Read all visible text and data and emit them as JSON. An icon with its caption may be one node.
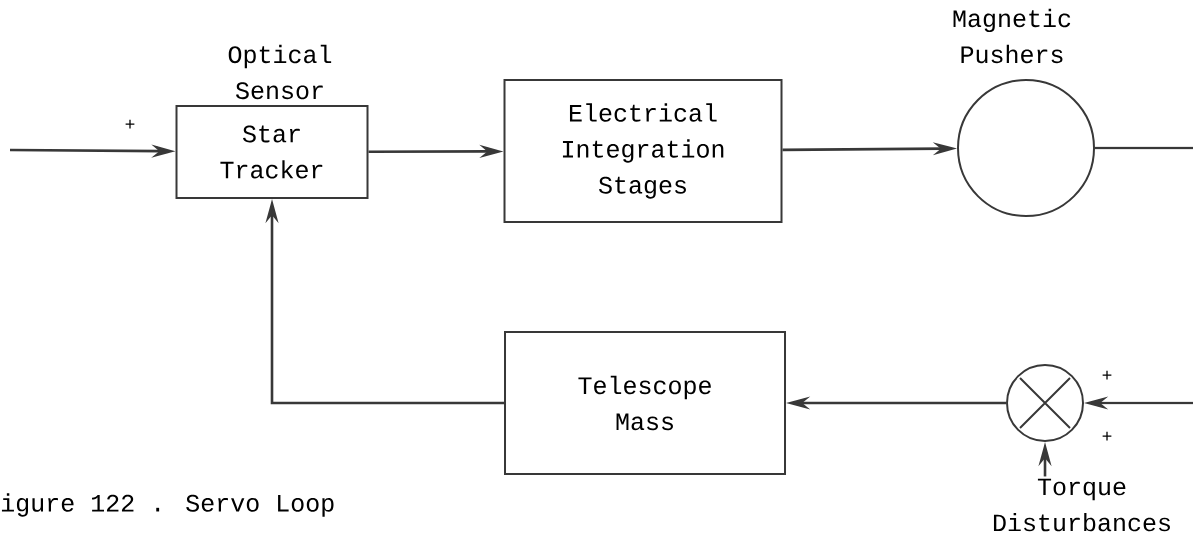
{
  "diagram": {
    "caption": "igure 122 . Servo Loop",
    "nodes": [
      {
        "text": [
          "Optical Sensor",
          "Star Tracker"
        ]
      },
      {
        "text": [
          "Electrical Integration Stages"
        ]
      },
      {
        "text": [
          "Magnetic Pushers"
        ]
      },
      {
        "text": [
          "Telescope Mass"
        ]
      },
      {
        "text": [],
        "shape": "circle"
      },
      {
        "text": [
          "Torque Disturbances"
        ]
      }
    ],
    "edges": [
      {
        "from": null,
        "to": 0,
        "arrow": "to"
      },
      {
        "from": 0,
        "to": 1,
        "arrow": "to"
      },
      {
        "from": 1,
        "to": 2,
        "arrow": "to"
      },
      {
        "from": 2,
        "to": null,
        "arrow": "none"
      },
      {
        "from": null,
        "to": 4,
        "arrow": "to"
      },
      {
        "from": 4,
        "to": 3,
        "arrow": "to"
      },
      {
        "from": 3,
        "to": 0,
        "arrow": "to"
      },
      {
        "from": 5,
        "to": 4,
        "arrow": "to"
      }
    ],
    "labels": [
      "+",
      "+",
      "+"
    ]
  }
}
